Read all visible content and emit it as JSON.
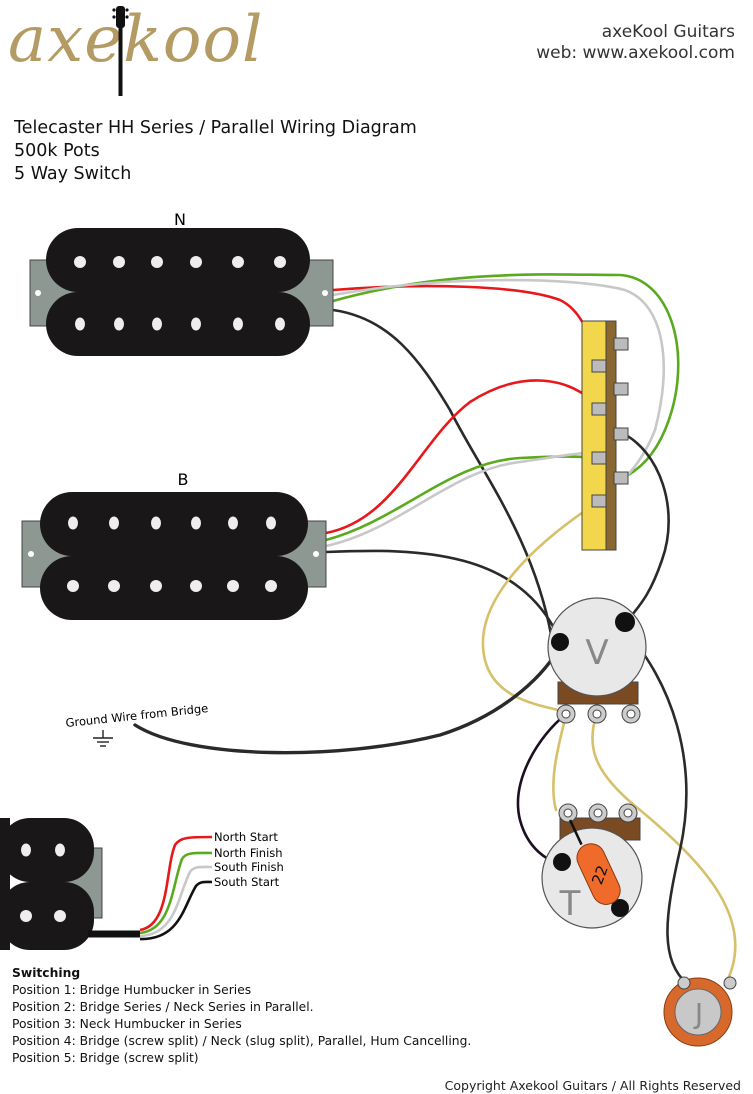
{
  "brand": {
    "logo": "axekool",
    "company": "axeKool Guitars",
    "web": "web: www.axekool.com"
  },
  "titles": {
    "line1": "Telecaster HH Series / Parallel Wiring Diagram",
    "line2": "500k Pots",
    "line3": "5 Way Switch"
  },
  "pickups": {
    "neck_label": "N",
    "bridge_label": "B"
  },
  "controls": {
    "volume_label": "V",
    "tone_label": "T",
    "jack_label": "J",
    "capacitor_label": "22"
  },
  "ground": {
    "label": "Ground Wire from Bridge"
  },
  "legend": {
    "north_start": "North Start",
    "north_finish": "North Finish",
    "south_finish": "South Finish",
    "south_start": "South Start"
  },
  "switching": {
    "heading": "Switching",
    "positions": [
      "Position 1: Bridge Humbucker in Series",
      "Position 2: Bridge Series / Neck Series in Parallel.",
      "Position 3: Neck Humbucker in Series",
      "Position 4: Bridge (screw split) / Neck (slug split), Parallel, Hum Cancelling.",
      "Position 5: Bridge (screw split)"
    ]
  },
  "copyright": "Copyright Axekool Guitars / All Rights Reserved",
  "colors": {
    "logo_gold": "#b49a63",
    "pickup_black": "#1a1718",
    "baseplate_grey": "#8d9892",
    "switch_yellow": "#f2d64b",
    "switch_brown": "#8a6630",
    "pot_grey": "#e8e8e8",
    "pot_body_brown": "#7a4a22",
    "jack_orange": "#d8692d",
    "capacitor_orange": "#f06a2a",
    "wire_red": "#e8181a",
    "wire_green": "#5aaa1f",
    "wire_white": "#c8c8c8",
    "wire_black": "#2a2a2a",
    "wire_tan": "#d6c06a",
    "wire_purple": "#1c0f24"
  }
}
